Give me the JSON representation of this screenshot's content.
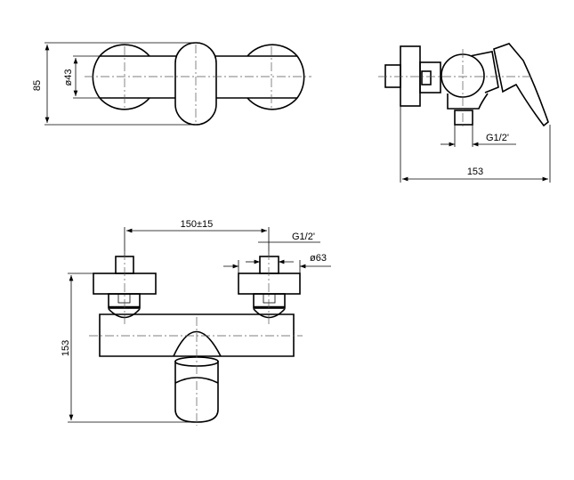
{
  "top_view": {
    "height_dim": "85",
    "diameter_dim": "ø43"
  },
  "side_view": {
    "thread_dim": "G1/2'",
    "depth_dim": "153"
  },
  "front_view": {
    "spacing_dim": "150±15",
    "thread_dim": "G1/2'",
    "flange_dim": "ø63",
    "height_dim": "153"
  }
}
